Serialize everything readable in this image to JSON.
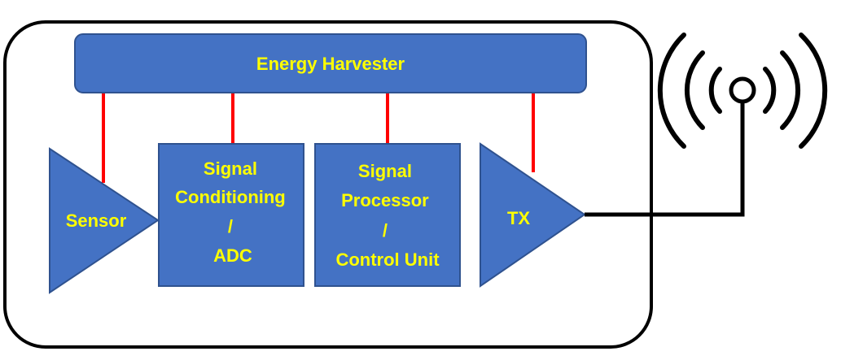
{
  "blocks": {
    "energy_harvester": "Energy Harvester",
    "sensor": "Sensor",
    "signal_conditioning": [
      "Signal",
      "Conditioning",
      "/",
      "ADC"
    ],
    "signal_processor": [
      "Signal",
      "Processor",
      "/",
      "Control Unit"
    ],
    "tx": "TX"
  },
  "colors": {
    "block_fill": "#4472c4",
    "block_stroke": "#2f528f",
    "label": "#ffff00",
    "power_line": "#ff0000",
    "outline": "#000000"
  },
  "icons": {
    "antenna": "antenna-icon"
  }
}
